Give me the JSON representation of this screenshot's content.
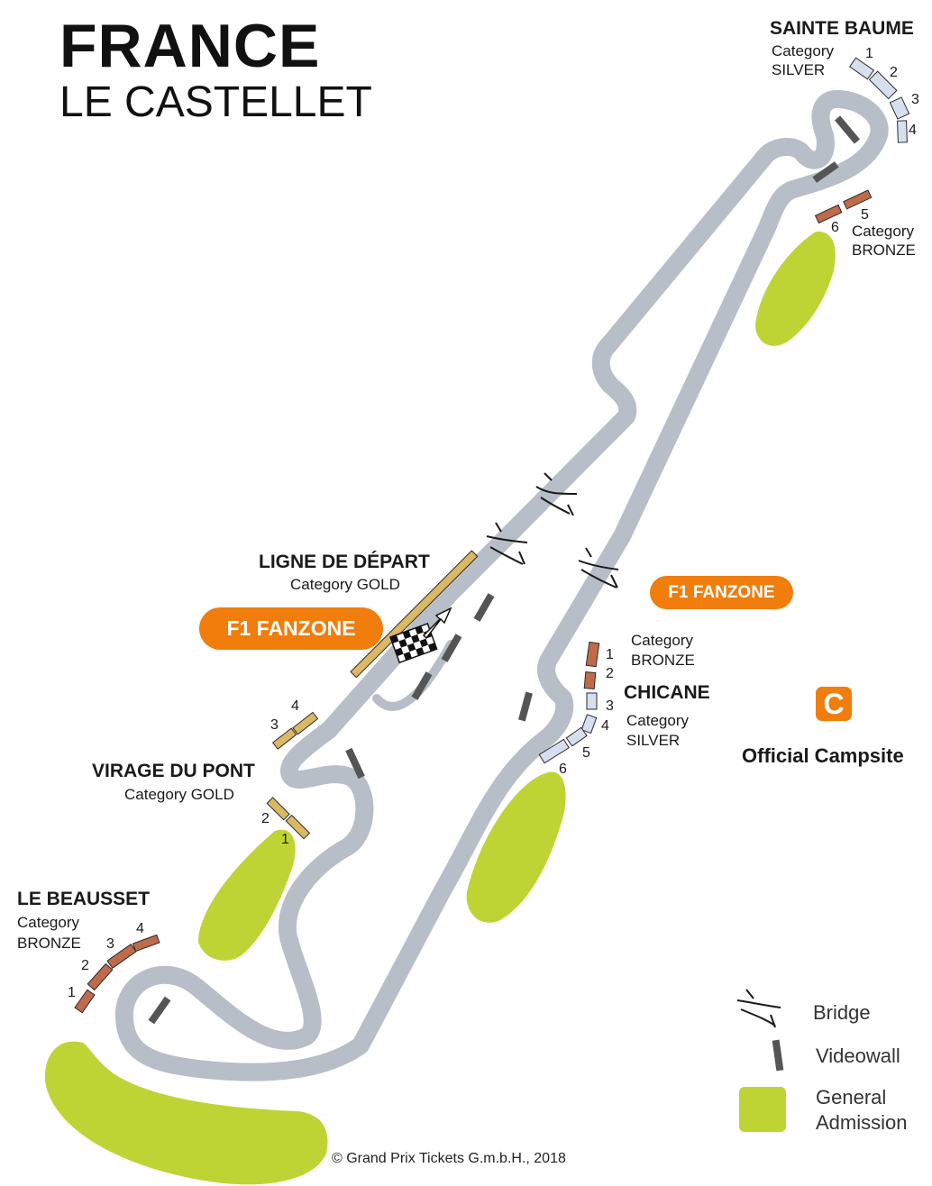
{
  "header": {
    "title": "FRANCE",
    "subtitle": "LE CASTELLET"
  },
  "zones": {
    "sainte_baume": {
      "name": "SAINTE BAUME",
      "category_word": "Category",
      "category_level": "SILVER",
      "stand_numbers": [
        "1",
        "2",
        "3",
        "4"
      ]
    },
    "sainte_baume_bronze": {
      "category_word": "Category",
      "category_level": "BRONZE",
      "stand_numbers": [
        "5",
        "6"
      ]
    },
    "ligne_de_depart": {
      "name": "LIGNE DE DÉPART",
      "category": "Category GOLD"
    },
    "virage_du_pont": {
      "name": "VIRAGE DU PONT",
      "category": "Category GOLD",
      "stand_numbers": [
        "1",
        "2",
        "3",
        "4"
      ]
    },
    "le_beausset": {
      "name": "LE BEAUSSET",
      "category_word": "Category",
      "category_level": "BRONZE",
      "stand_numbers": [
        "1",
        "2",
        "3",
        "4"
      ]
    },
    "chicane": {
      "name": "CHICANE",
      "bronze_word": "Category",
      "bronze_level": "BRONZE",
      "silver_word": "Category",
      "silver_level": "SILVER",
      "stand_numbers": [
        "1",
        "2",
        "3",
        "4",
        "5",
        "6"
      ]
    }
  },
  "fanzones": {
    "left_label": "F1 FANZONE",
    "right_label": "F1 FANZONE"
  },
  "campsite": {
    "badge": "C",
    "label": "Official Campsite"
  },
  "legend": {
    "bridge": "Bridge",
    "videowall": "Videowall",
    "general_line1": "General",
    "general_line2": "Admission"
  },
  "colors": {
    "track": "#b8bec8",
    "gold": "#dcb864",
    "silver": "#d6dfee",
    "bronze": "#c06a4c",
    "general_admission": "#bed435",
    "fanzone": "#f07d0c",
    "videowall": "#555555"
  },
  "copyright": "© Grand Prix Tickets G.m.b.H., 2018"
}
